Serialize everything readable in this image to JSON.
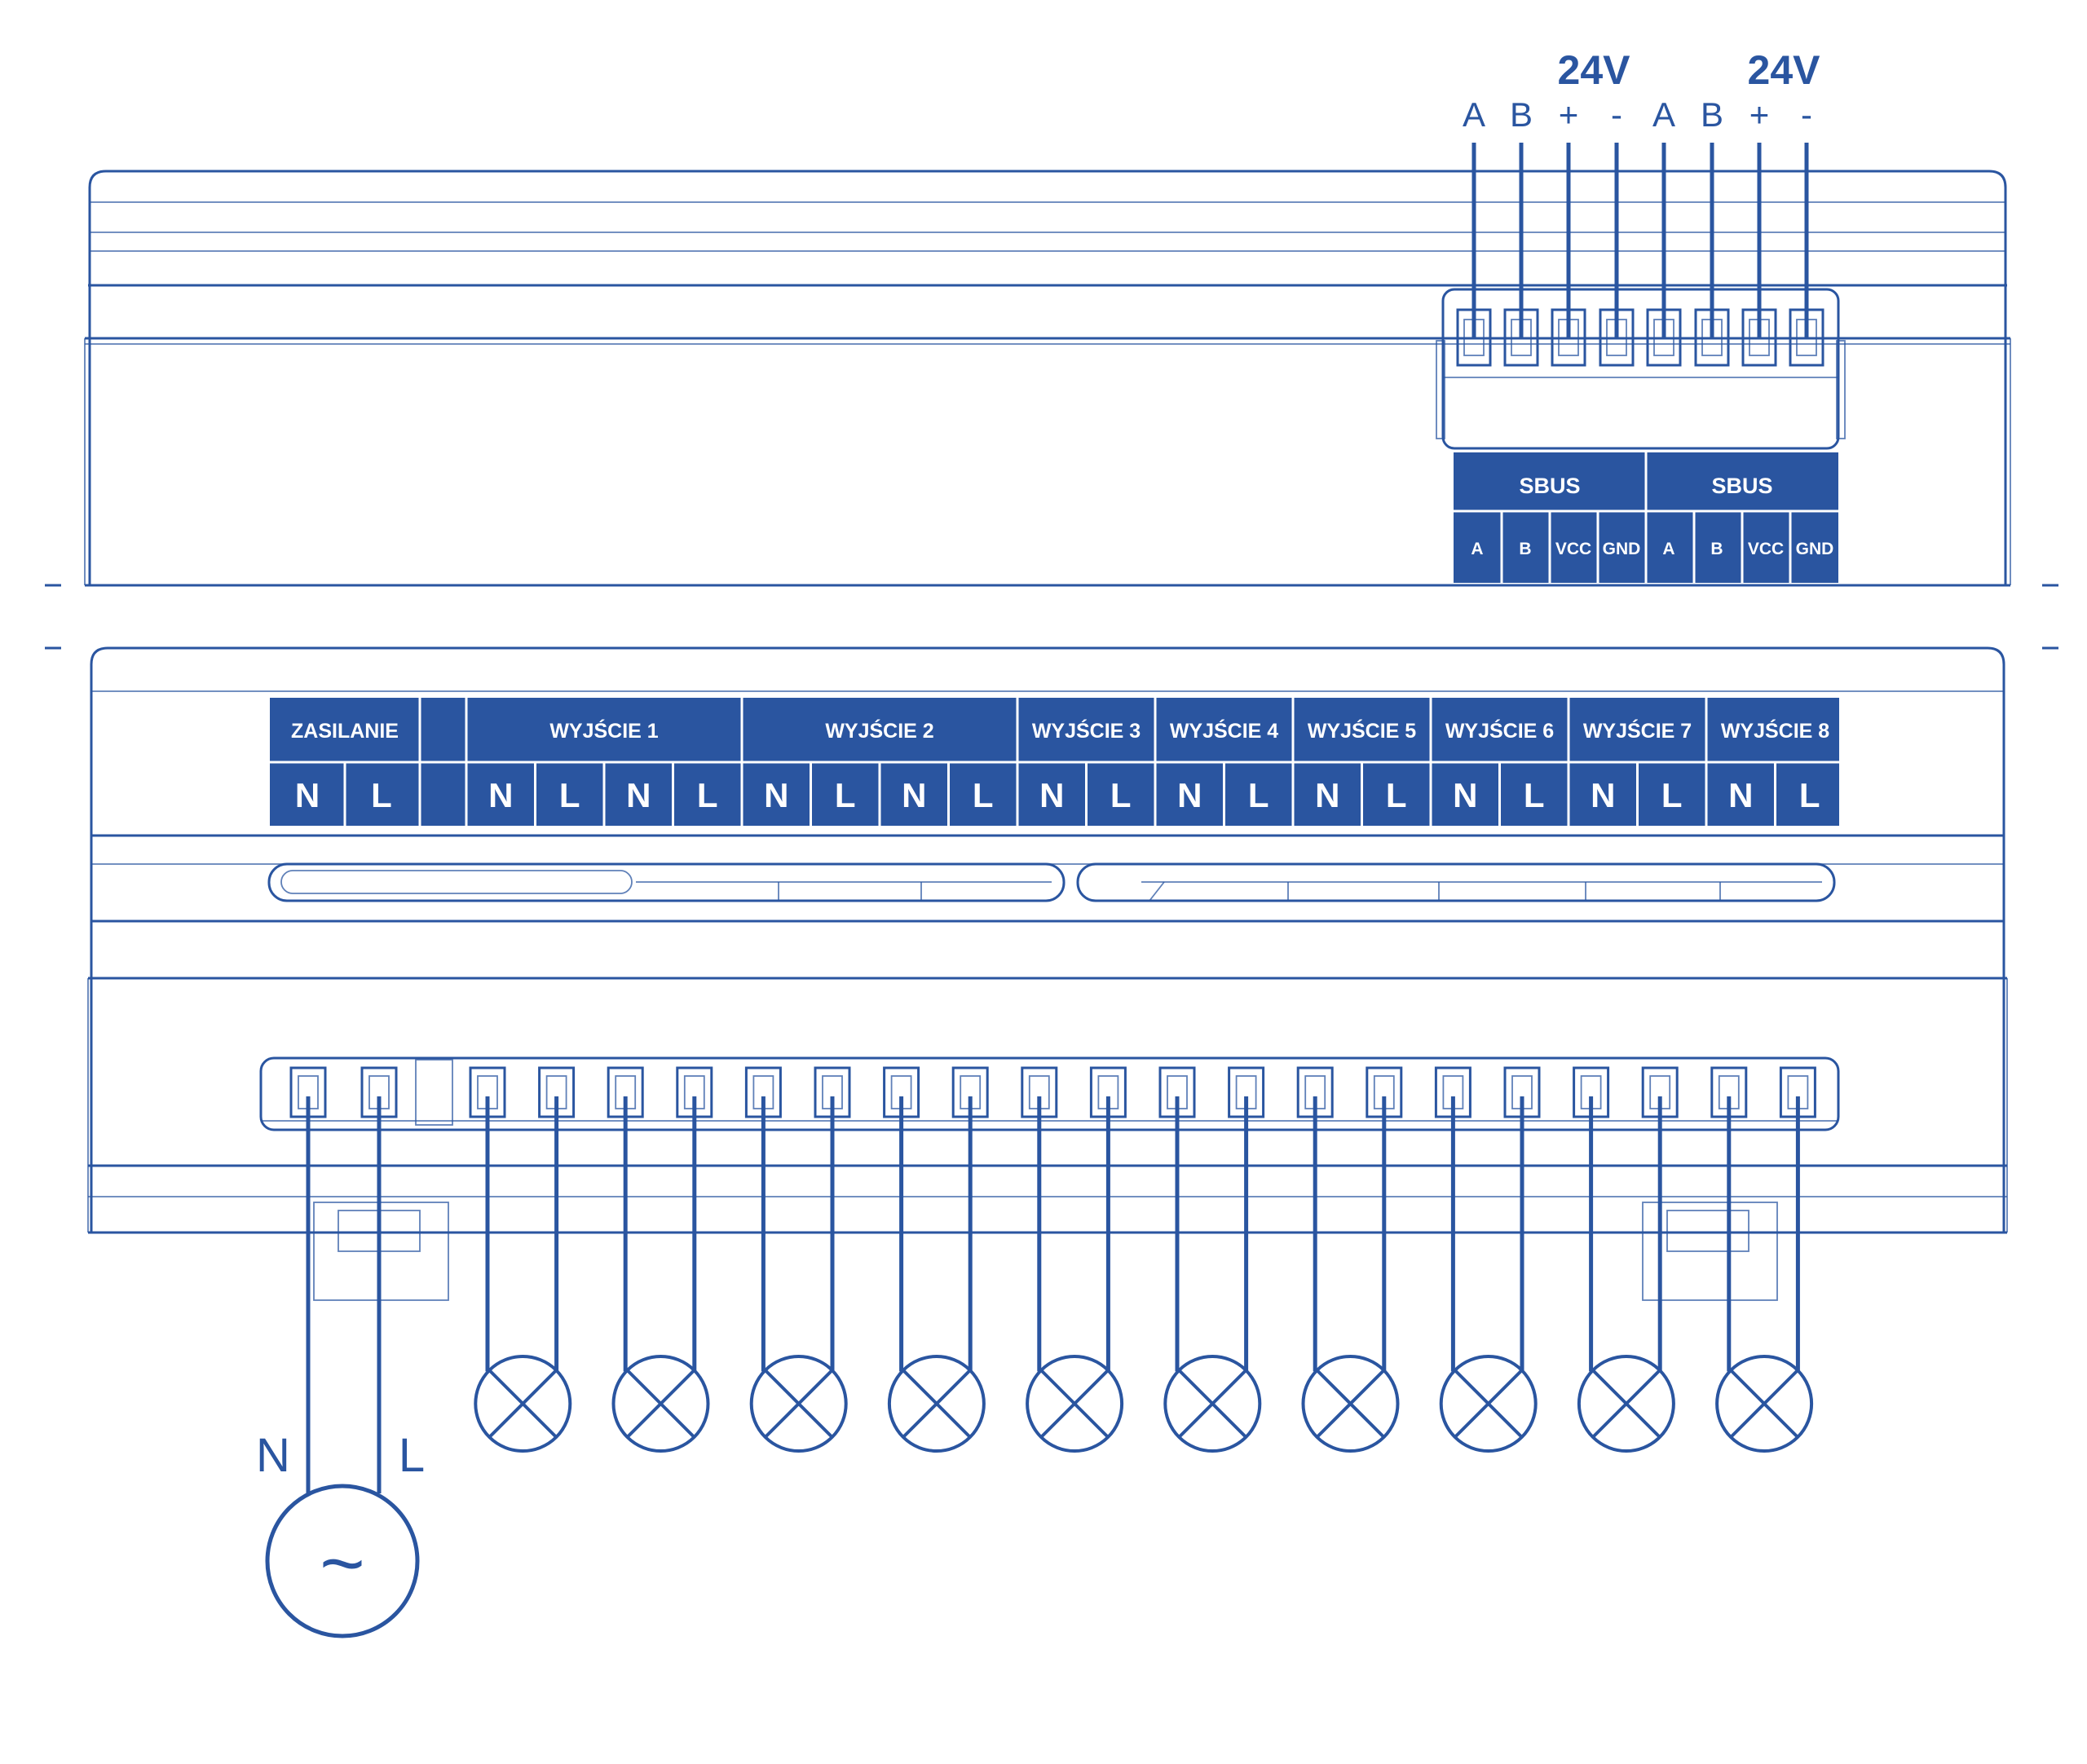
{
  "colors": {
    "accent": "#2a55a0",
    "background": "#ffffff"
  },
  "top_labels": {
    "voltage_1": "24V",
    "voltage_2": "24V",
    "pins": [
      "A",
      "B",
      "+",
      "-",
      "A",
      "B",
      "+",
      "-"
    ]
  },
  "sbus_panel": {
    "group_1": "SBUS",
    "group_2": "SBUS",
    "pins": [
      "A",
      "B",
      "VCC",
      "GND",
      "A",
      "B",
      "VCC",
      "GND"
    ]
  },
  "output_panel": {
    "power_header": "ZASILANIE",
    "power_pins": [
      "N",
      "L"
    ],
    "outputs": [
      {
        "label": "WYJŚCIE 1",
        "pins": [
          "N",
          "L",
          "N",
          "L"
        ]
      },
      {
        "label": "WYJŚCIE 2",
        "pins": [
          "N",
          "L",
          "N",
          "L"
        ]
      },
      {
        "label": "WYJŚCIE 3",
        "pins": [
          "N",
          "L"
        ]
      },
      {
        "label": "WYJŚCIE 4",
        "pins": [
          "N",
          "L"
        ]
      },
      {
        "label": "WYJŚCIE 5",
        "pins": [
          "N",
          "L"
        ]
      },
      {
        "label": "WYJŚCIE 6",
        "pins": [
          "N",
          "L"
        ]
      },
      {
        "label": "WYJŚCIE 7",
        "pins": [
          "N",
          "L"
        ]
      },
      {
        "label": "WYJŚCIE 8",
        "pins": [
          "N",
          "L"
        ]
      }
    ]
  },
  "supply": {
    "n_label": "N",
    "l_label": "L",
    "symbol": "~"
  },
  "lamps": {
    "count": 10,
    "icon": "lamp-cross-icon"
  },
  "icons": {
    "ac_source": "ac-source-icon",
    "lamp": "lamp-cross-icon",
    "terminal": "terminal-slot-icon"
  }
}
